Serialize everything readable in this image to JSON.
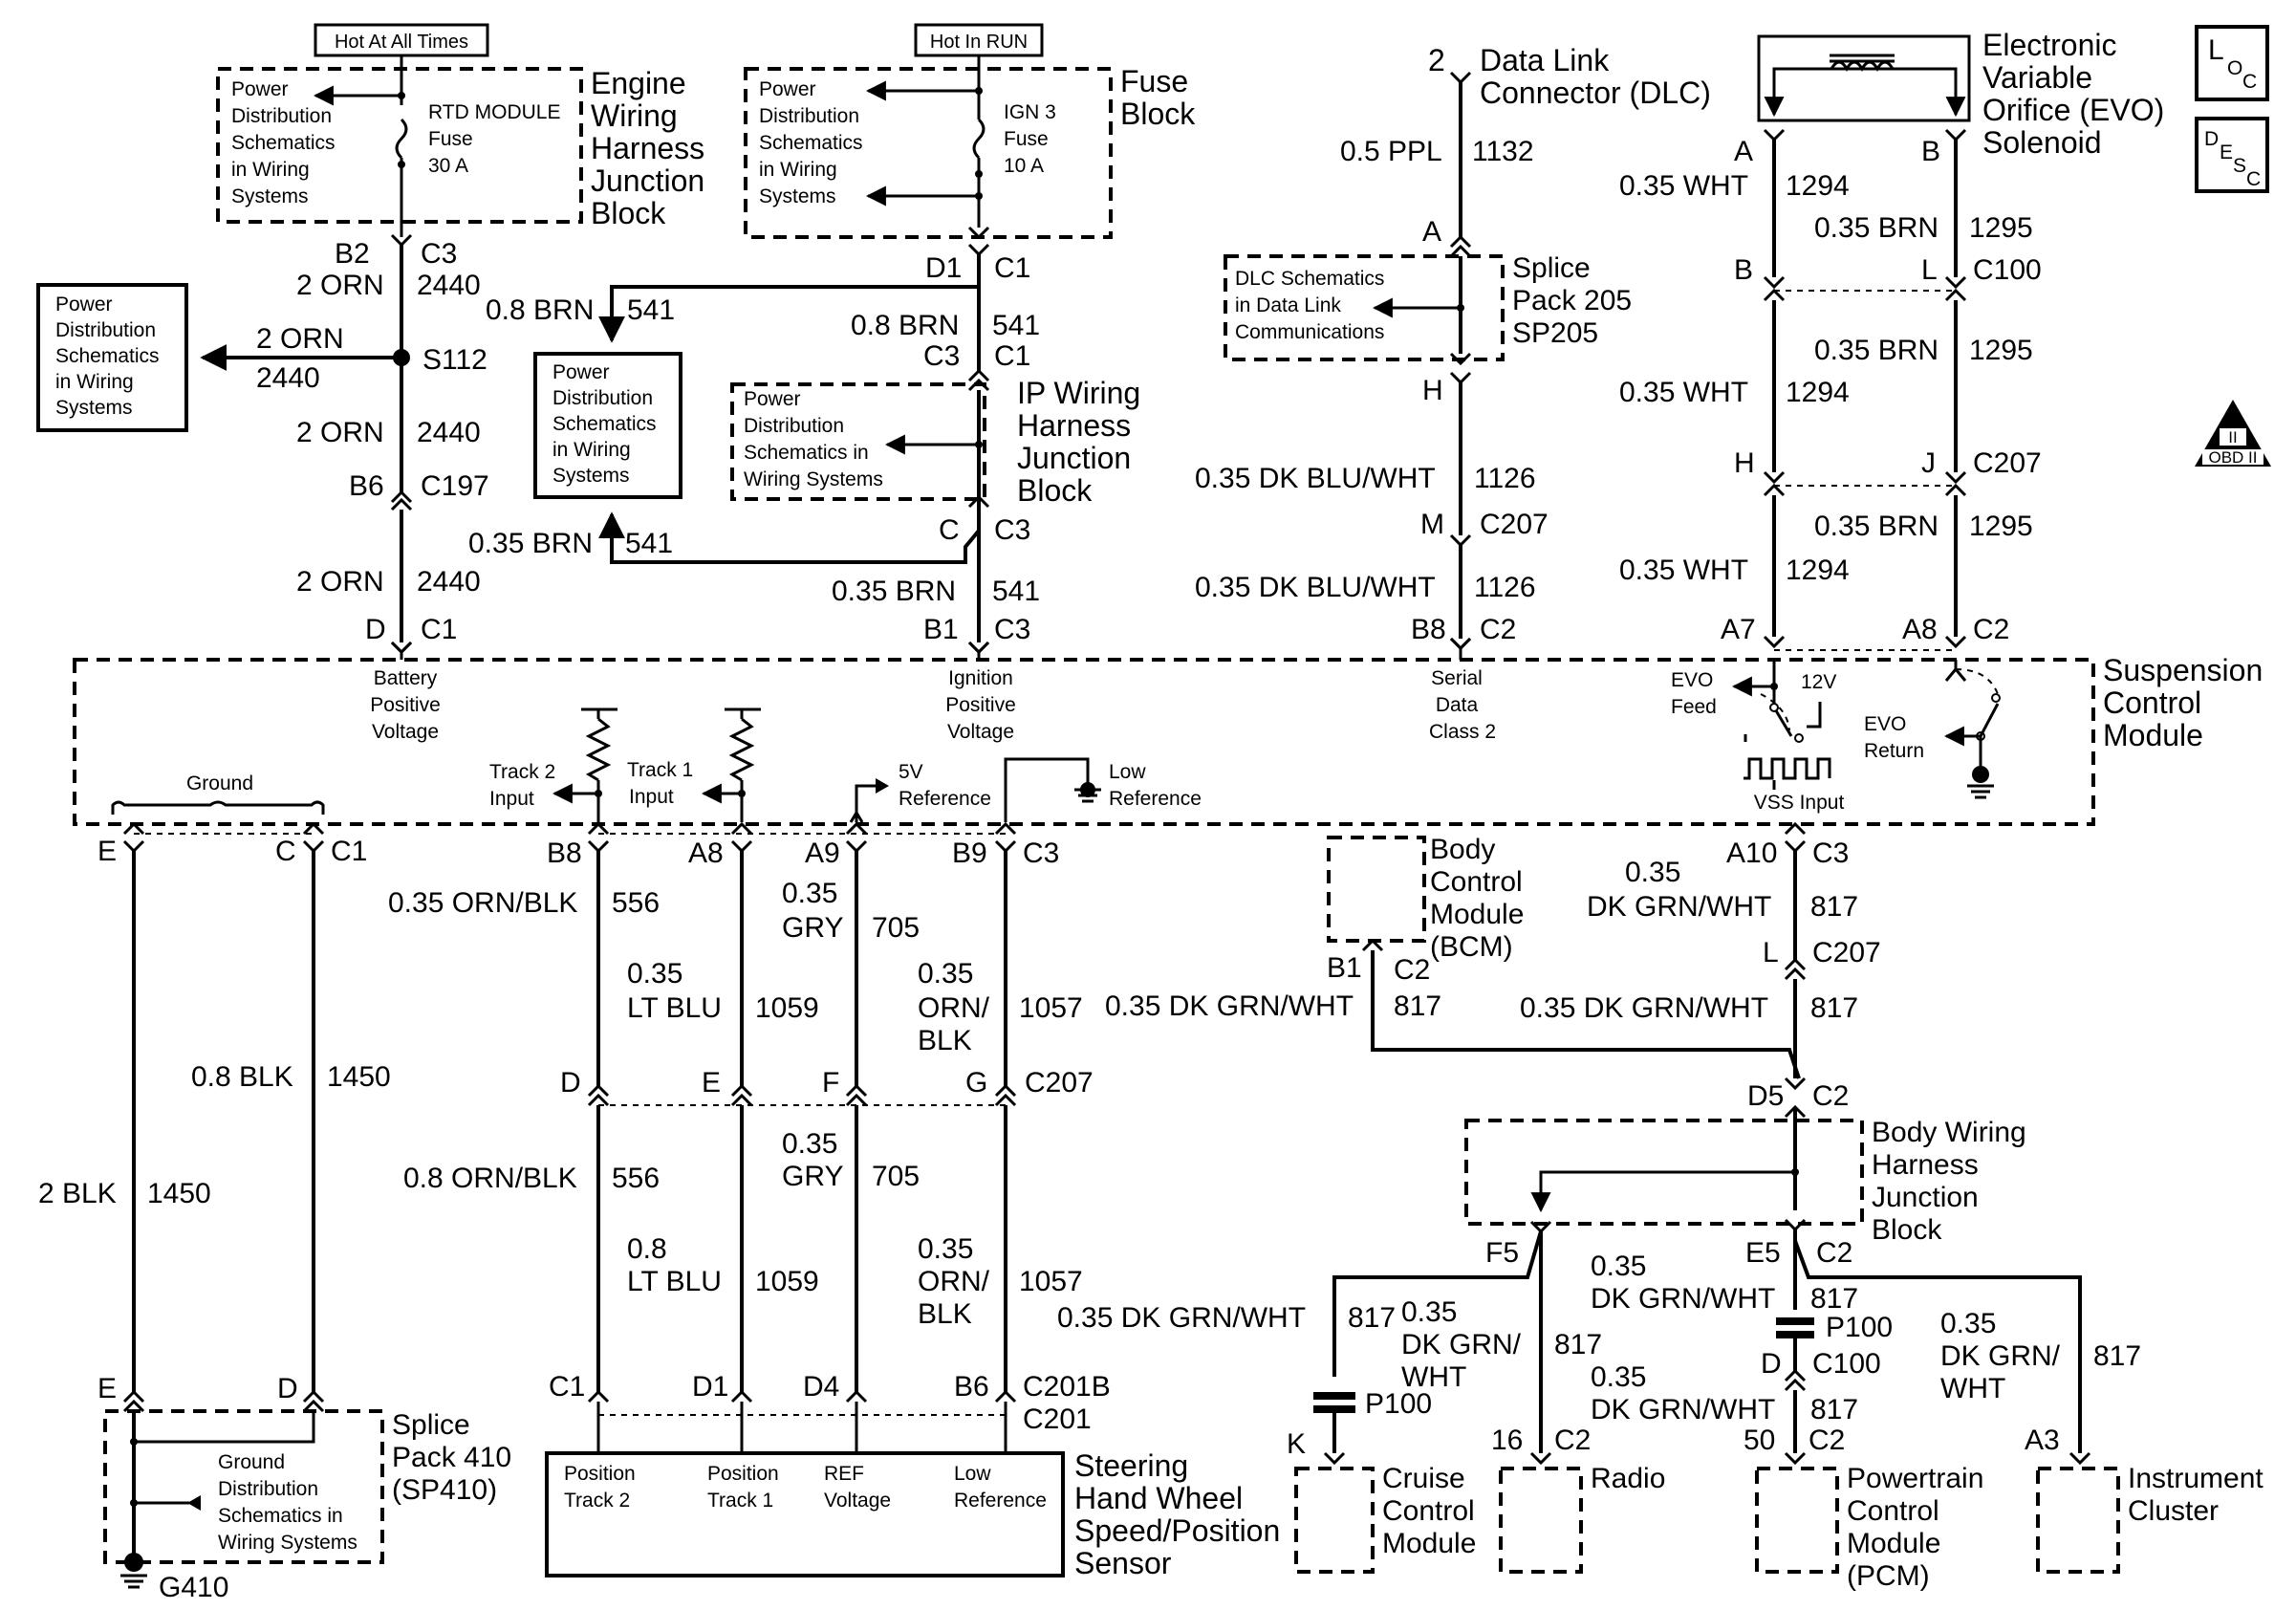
{
  "headers": {
    "hot_all_times": "Hot At All Times",
    "hot_in_run": "Hot In RUN"
  },
  "left_fuse": {
    "pd_text": [
      "Power",
      "Distribution",
      "Schematics",
      "in Wiring",
      "Systems"
    ],
    "fuse_text": [
      "RTD MODULE",
      "Fuse",
      "30 A"
    ],
    "label": [
      "Engine",
      "Wiring",
      "Harness",
      "Junction",
      "Block"
    ]
  },
  "right_fuse": {
    "pd_text": [
      "Power",
      "Distribution",
      "Schematics",
      "in Wiring",
      "Systems"
    ],
    "fuse_text": [
      "IGN 3",
      "Fuse",
      "10 A"
    ],
    "label": [
      "Fuse",
      "Block"
    ]
  },
  "pd_left_box": [
    "Power",
    "Distribution",
    "Schematics",
    "in Wiring",
    "Systems"
  ],
  "pd_mid_box": [
    "Power",
    "Distribution",
    "Schematics",
    "in Wiring",
    "Systems"
  ],
  "ip_box": {
    "text": [
      "Power",
      "Distribution",
      "Schematics in",
      "Wiring Systems"
    ],
    "label": [
      "IP Wiring",
      "Harness",
      "Junction",
      "Block"
    ]
  },
  "dlc": {
    "pin": "2",
    "label": [
      "Data Link",
      "Connector (DLC)"
    ],
    "wire": "0.5 PPL",
    "circuit": "1132",
    "pin_a": "A",
    "box_text": [
      "DLC Schematics",
      "in Data Link",
      "Communications"
    ],
    "splice": [
      "Splice",
      "Pack 205",
      "SP205"
    ],
    "pin_h": "H",
    "wire2": "0.35 DK BLU/WHT",
    "circuit2": "1126",
    "pin_m": "M",
    "conn_m": "C207",
    "wire3": "0.35 DK BLU/WHT",
    "circuit3": "1126",
    "pin_b8": "B8",
    "conn_b8": "C2"
  },
  "evo": {
    "label": [
      "Electronic",
      "Variable",
      "Orifice (EVO)",
      "Solenoid"
    ],
    "pin_a": "A",
    "pin_b": "B",
    "wht": "0.35 WHT",
    "wht_c": "1294",
    "brn": "0.35 BRN",
    "brn_c": "1295",
    "c100_b": "B",
    "c100_l": "L",
    "c100": "C100",
    "brn2": "0.35 BRN",
    "brn2_c": "1295",
    "wht2": "0.35 WHT",
    "wht2_c": "1294",
    "c207_h": "H",
    "c207_j": "J",
    "c207": "C207",
    "brn3": "0.35 BRN",
    "brn3_c": "1295",
    "wht3": "0.35 WHT",
    "wht3_c": "1294",
    "pin_a7": "A7",
    "pin_a8": "A8",
    "conn_c2": "C2"
  },
  "badges": {
    "loc": [
      "L",
      "O",
      "C"
    ],
    "desc": [
      "D",
      "E",
      "S",
      "C"
    ],
    "obd": [
      "II",
      "OBD II"
    ]
  },
  "left_power": {
    "b2": "B2",
    "c3": "C3",
    "w1": "2 ORN",
    "c1": "2440",
    "w_branch": "2 ORN",
    "c_branch": "2440",
    "splice": "S112",
    "w2": "2 ORN",
    "c2": "2440",
    "b6": "B6",
    "c197": "C197",
    "w3": "2 ORN",
    "c3w": "2440",
    "pin_d": "D",
    "conn_c1": "C1"
  },
  "ign": {
    "d1": "D1",
    "c1": "C1",
    "w_top": "0.8 BRN",
    "c_top": "541",
    "w_mid": "0.8 BRN",
    "c_mid": "541",
    "c3": "C3",
    "c1b": "C1",
    "w_low": "0.35 BRN",
    "c_low": "541",
    "pin_c": "C",
    "conn_c3": "C3",
    "w_bot": "0.35 BRN",
    "c_bot": "541",
    "pin_b1": "B1",
    "conn_c3b": "C3"
  },
  "scm": {
    "label": [
      "Suspension",
      "Control",
      "Module"
    ],
    "battery": [
      "Battery",
      "Positive",
      "Voltage"
    ],
    "ignition": [
      "Ignition",
      "Positive",
      "Voltage"
    ],
    "serial": [
      "Serial",
      "Data",
      "Class 2"
    ],
    "ground": "Ground",
    "track2": [
      "Track 2",
      "Input"
    ],
    "track1": [
      "Track 1",
      "Input"
    ],
    "ref5v": [
      "5V",
      "Reference"
    ],
    "lowref": [
      "Low",
      "Reference"
    ],
    "evo_feed": [
      "EVO",
      "Feed"
    ],
    "v12": "12V",
    "evo_return": [
      "EVO",
      "Return"
    ],
    "vss": "VSS Input"
  },
  "bottom_left": {
    "pin_e": "E",
    "pin_c": "C",
    "conn_c1": "C1",
    "w_blk08": "0.8 BLK",
    "c_blk08": "1450",
    "w_blk2": "2 BLK",
    "c_blk2": "1450",
    "sp_e": "E",
    "sp_d": "D",
    "splice": [
      "Splice",
      "Pack 410",
      "(SP410)"
    ],
    "gd_text": [
      "Ground",
      "Distribution",
      "Schematics in",
      "Wiring Systems"
    ],
    "g410": "G410"
  },
  "sensor": {
    "b8": "B8",
    "a8": "A8",
    "a9": "A9",
    "b9": "B9",
    "c3": "C3",
    "w556": "0.35 ORN/BLK",
    "c556": "556",
    "w705a": "0.35",
    "w705b": "GRY",
    "c705": "705",
    "w1059a": "0.35",
    "w1059b": "LT BLU",
    "c1059": "1059",
    "w1057a": "0.35",
    "w1057b": "ORN/",
    "w1057c": "BLK",
    "c1057": "1057",
    "d": "D",
    "e": "E",
    "f": "F",
    "g": "G",
    "c207": "C207",
    "w556b": "0.8 ORN/BLK",
    "c556b": "556",
    "w705c": "0.35",
    "w705d": "GRY",
    "c705b": "705",
    "w1059c": "0.8",
    "w1059d": "LT BLU",
    "c1059b": "1059",
    "w1057d": "0.35",
    "w1057e": "ORN/",
    "w1057f": "BLK",
    "c1057b": "1057",
    "c1": "C1",
    "d1": "D1",
    "d4": "D4",
    "b6": "B6",
    "c201b": "C201B",
    "c201": "C201",
    "pos2": [
      "Position",
      "Track 2"
    ],
    "pos1": [
      "Position",
      "Track 1"
    ],
    "ref": [
      "REF",
      "Voltage"
    ],
    "low": [
      "Low",
      "Reference"
    ],
    "label": [
      "Steering",
      "Hand Wheel",
      "Speed/Position",
      "Sensor"
    ]
  },
  "bcm": {
    "label": [
      "Body",
      "Control",
      "Module",
      "(BCM)"
    ],
    "b1": "B1",
    "c2": "C2",
    "wire": "0.35 DK GRN/WHT",
    "circuit": "817"
  },
  "vss": {
    "a10": "A10",
    "c3": "C3",
    "w1a": "0.35",
    "w1b": "DK GRN/WHT",
    "c1": "817",
    "pin_l": "L",
    "c207": "C207",
    "w2": "0.35 DK GRN/WHT",
    "c2": "817",
    "d5": "D5",
    "c2b": "C2",
    "bwh": [
      "Body Wiring",
      "Harness",
      "Junction",
      "Block"
    ],
    "f5": "F5",
    "e5": "E5",
    "c2c": "C2",
    "w_cc": "0.35 DK GRN/WHT",
    "c_cc": "817",
    "w_rad_a": "0.35",
    "w_rad_b": "DK GRN/",
    "w_rad_c": "WHT",
    "c_rad": "817",
    "w_pcm_a": "0.35",
    "w_pcm_b": "DK GRN/WHT",
    "c_pcm": "817",
    "p100a": "P100",
    "p100b": "P100",
    "c100_d": "D",
    "c100": "C100",
    "w_pcm2_a": "0.35",
    "w_pcm2_b": "DK GRN/WHT",
    "c_pcm2": "817",
    "w_ic_a": "0.35",
    "w_ic_b": "DK GRN/",
    "w_ic_c": "WHT",
    "c_ic": "817",
    "k": "K",
    "p16": "16",
    "c2_16": "C2",
    "p50": "50",
    "c2_50": "C2",
    "a3": "A3",
    "cruise": [
      "Cruise",
      "Control",
      "Module"
    ],
    "radio": "Radio",
    "pcm": [
      "Powertrain",
      "Control",
      "Module",
      "(PCM)"
    ],
    "ic": [
      "Instrument",
      "Cluster"
    ]
  }
}
